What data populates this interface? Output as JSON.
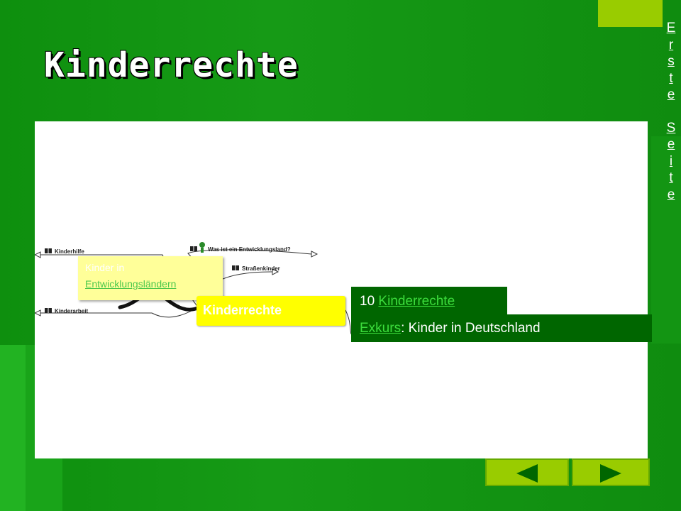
{
  "page": {
    "title": "Kinderrechte",
    "first_page_link_lines": [
      "E",
      "r",
      "s",
      "t",
      "e",
      "",
      "S",
      "e",
      "i",
      "t",
      "e"
    ]
  },
  "mindmap": {
    "branches": {
      "kinderhilfe": "Kinderhilfe",
      "kinderarbeit": "Kinderarbeit",
      "entwicklungsland": "Was ist ein Entwicklungsland?",
      "strassenkinder": "Straßenkinder"
    },
    "tooltip": {
      "line1": "Kinder in",
      "line2": "Entwicklungsländern"
    },
    "center_node": "Kinderrechte"
  },
  "links": {
    "row1_prefix": "10 ",
    "row1_link": "Kinderrechte",
    "row2_link": "Exkurs",
    "row2_suffix": ": Kinder in Deutschland"
  },
  "colors": {
    "background": "#119111",
    "accent_yellow": "#ffff00",
    "nav_button": "#99cc00",
    "link_box": "#006600"
  },
  "icons": {
    "prev": "triangle-left-icon",
    "next": "triangle-right-icon",
    "book": "book-icon",
    "info": "info-icon"
  }
}
